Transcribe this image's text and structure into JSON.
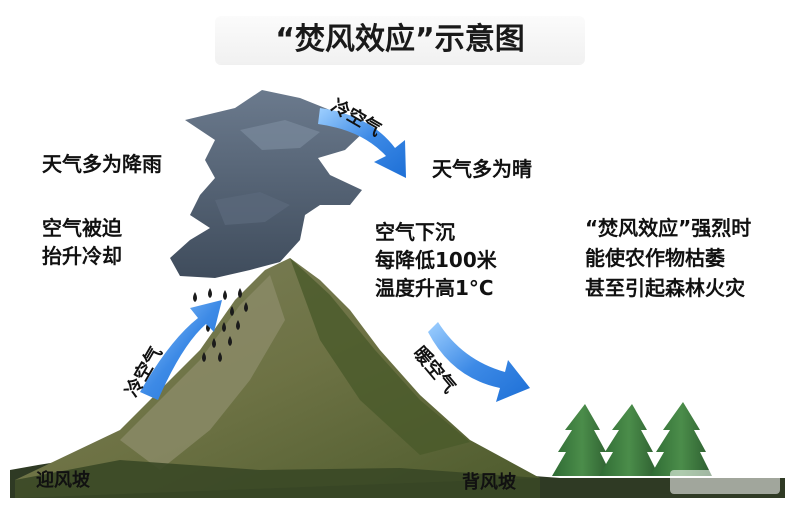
{
  "title": "“焚风效应”示意图",
  "windward": {
    "weather": "天气多为降雨",
    "process_line1": "空气被迫",
    "process_line2": "抬升冷却",
    "arrow_label": "冷空气",
    "slope_label": "迎风坡"
  },
  "summit": {
    "arrow_label": "冷空气"
  },
  "leeward": {
    "weather": "天气多为晴",
    "process_line1": "空气下沉",
    "process_line2": "每降低100米",
    "process_line3": "温度升高1°C",
    "arrow_label": "暖空气",
    "slope_label": "背风坡"
  },
  "effect": {
    "line1": "“焚风效应”强烈时",
    "line2": "能使农作物枯萎",
    "line3": "甚至引起森林火灾"
  },
  "colors": {
    "arrow_blue": "#1d6fd6",
    "mountain": "#6f7446",
    "cloud": "#4d5c6f",
    "tree": "#3c7a3c"
  }
}
